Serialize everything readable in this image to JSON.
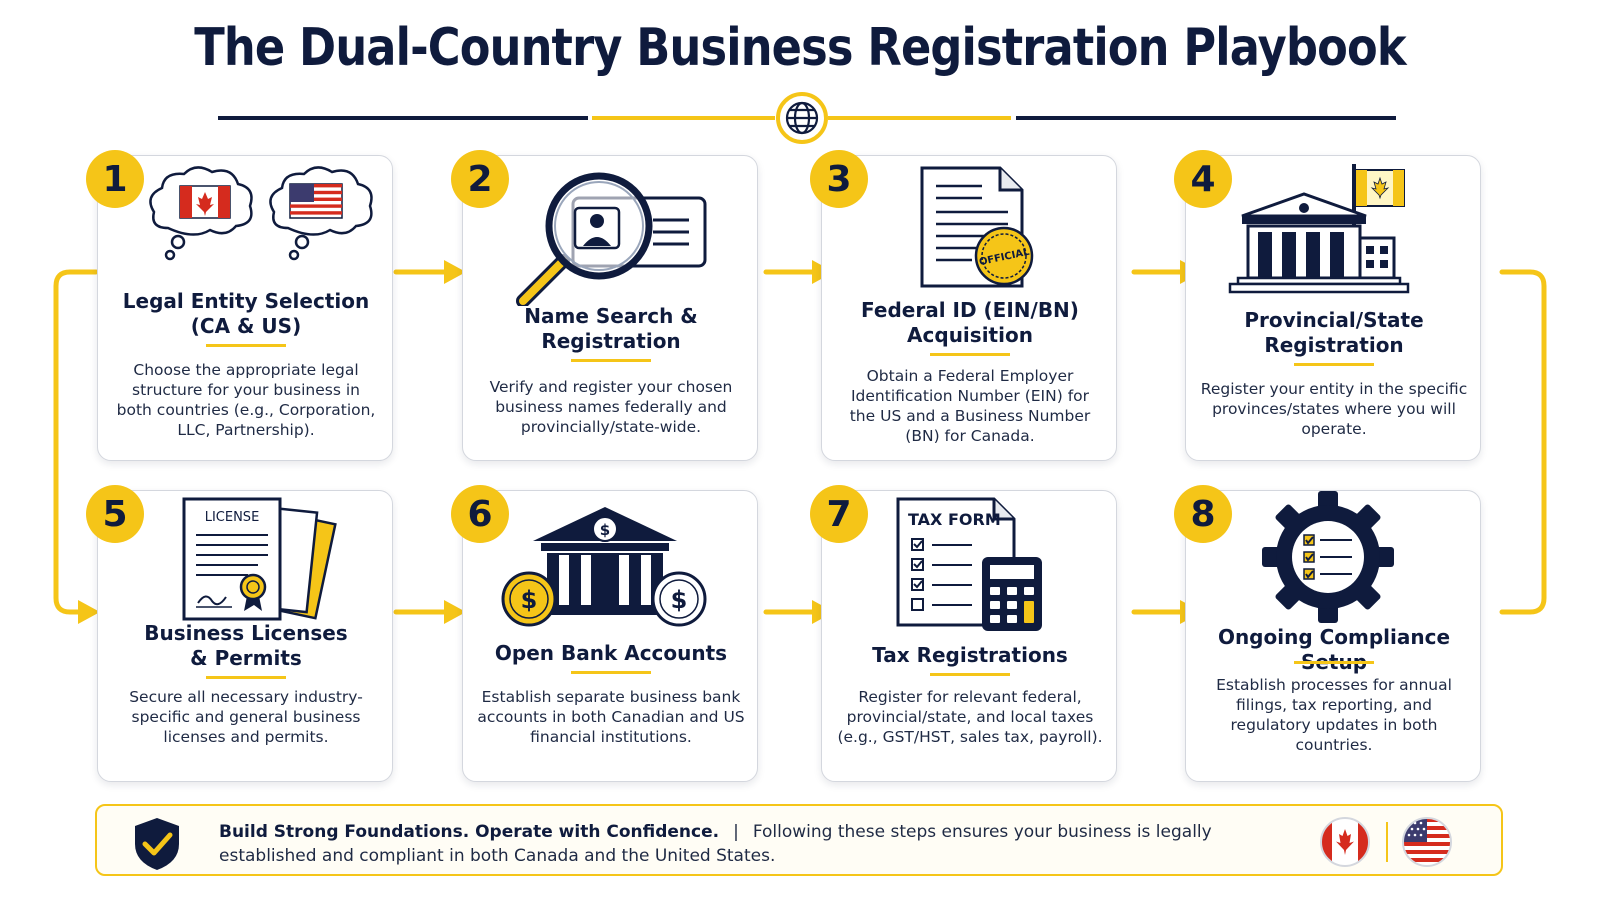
{
  "title": "The Dual-Country Business Registration Playbook",
  "colors": {
    "navy": "#0f1b3d",
    "accent": "#f5c518",
    "red": "#d52b1e",
    "blue": "#3c3b6e"
  },
  "steps": [
    {
      "number": "1",
      "heading_lines": [
        "Legal Entity Selection",
        "(CA & US)"
      ],
      "description": "Choose the appropriate legal structure for your business in both countries (e.g., Corporation, LLC, Partnership).",
      "icon": "canada-us-thought-bubbles-icon"
    },
    {
      "number": "2",
      "heading_lines": [
        "Name Search &",
        "Registration"
      ],
      "description": "Verify and register your chosen business names federally and provincially/state-wide.",
      "icon": "magnifier-id-card-icon"
    },
    {
      "number": "3",
      "heading_lines": [
        "Federal ID (EIN/BN)",
        "Acquisition"
      ],
      "description": "Obtain a Federal Employer Identification Number (EIN) for the US and a Business Number (BN) for Canada.",
      "icon": "official-document-icon",
      "stamp_text": "OFFICIAL"
    },
    {
      "number": "4",
      "heading_lines": [
        "Provincial/State",
        "Registration"
      ],
      "description": "Register your entity in the specific provinces/states where you will operate.",
      "icon": "government-building-flag-icon"
    },
    {
      "number": "5",
      "heading_lines": [
        "Business Licenses",
        "& Permits"
      ],
      "description": "Secure all necessary industry-specific and general business licenses and permits.",
      "icon": "license-documents-icon",
      "doc_label": "LICENSE"
    },
    {
      "number": "6",
      "heading_lines": [
        "Open Bank Accounts"
      ],
      "description": "Establish separate business bank accounts in both Canadian and US financial institutions.",
      "icon": "bank-coins-icon"
    },
    {
      "number": "7",
      "heading_lines": [
        "Tax Registrations"
      ],
      "description": "Register for relevant federal, provincial/state, and local taxes (e.g., GST/HST, sales tax, payroll).",
      "icon": "tax-form-calculator-icon",
      "doc_label": "TAX FORM"
    },
    {
      "number": "8",
      "heading_lines": [
        "Ongoing Compliance Setup"
      ],
      "description": "Establish processes for annual filings, tax reporting, and regulatory updates in both countries.",
      "icon": "gear-checklist-icon"
    }
  ],
  "footer": {
    "bold": "Build Strong Foundations. Operate with Confidence.",
    "separator": "|",
    "text": "Following these steps ensures your business is legally established and compliant in both Canada and the United States."
  }
}
